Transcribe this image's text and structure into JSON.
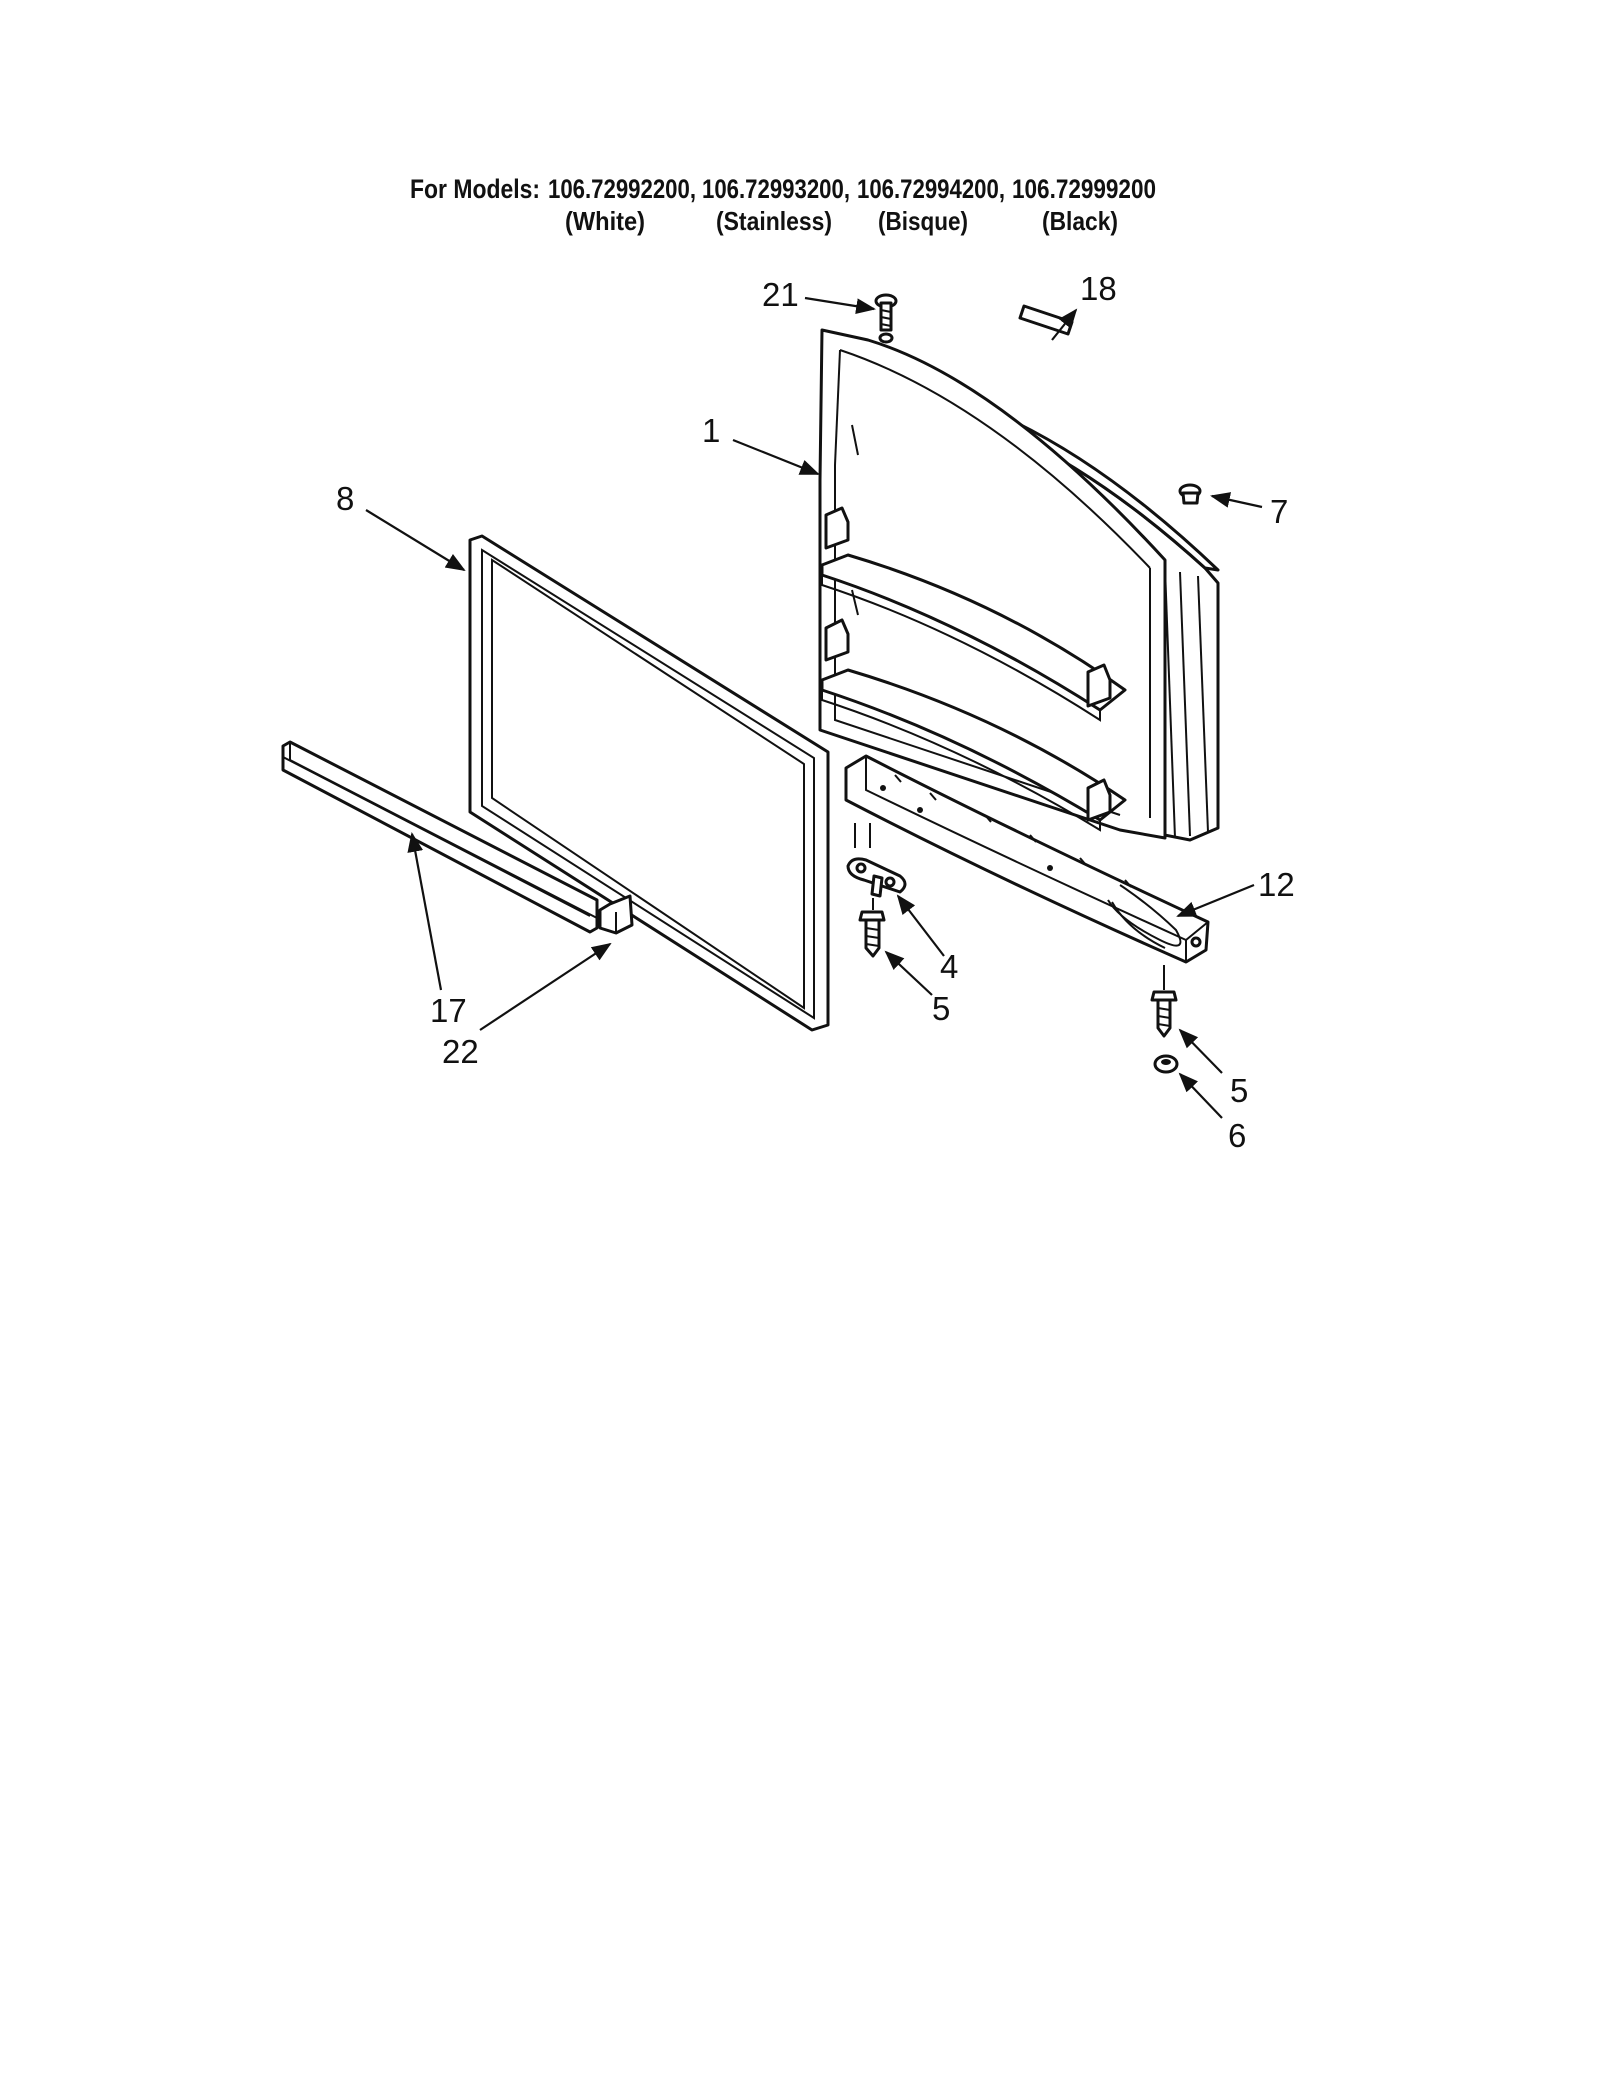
{
  "header": {
    "models_prefix": "For Models:",
    "models": [
      {
        "number": "106.72992200,",
        "color": "(White)"
      },
      {
        "number": "106.72993200,",
        "color": "(Stainless)"
      },
      {
        "number": "106.72994200,",
        "color": "(Bisque)"
      },
      {
        "number": "106.72999200",
        "color": "(Black)"
      }
    ]
  },
  "callouts": {
    "c1": "1",
    "c4": "4",
    "c5a": "5",
    "c5b": "5",
    "c6": "6",
    "c7": "7",
    "c8": "8",
    "c12": "12",
    "c17": "17",
    "c18": "18",
    "c21": "21",
    "c22": "22"
  }
}
